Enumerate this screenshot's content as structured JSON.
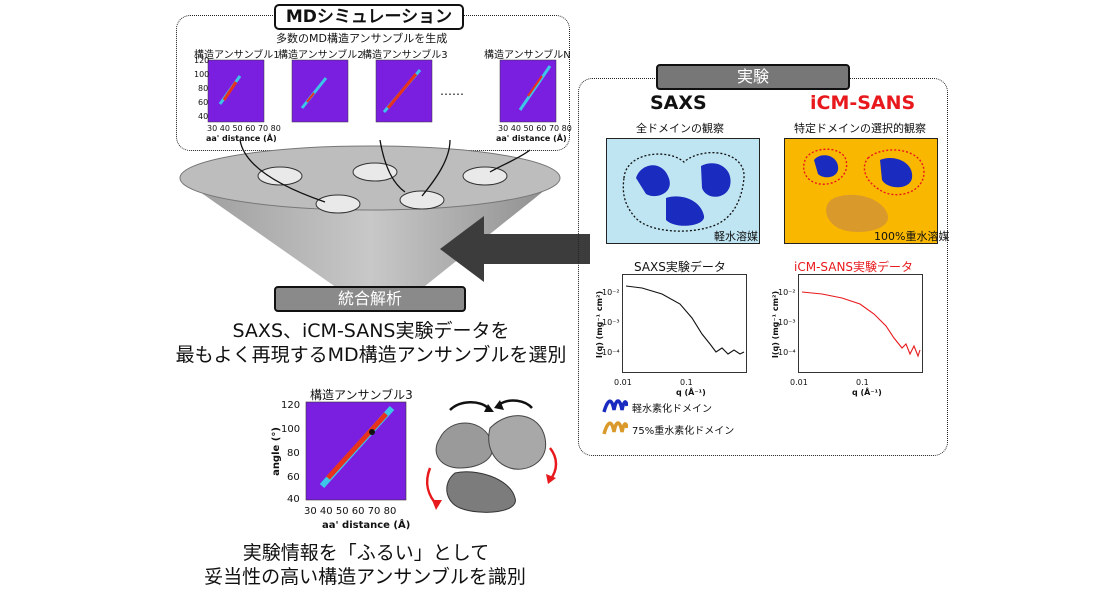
{
  "md": {
    "title": "MDシミュレーション",
    "subtitle": "多数のMD構造アンサンブルを生成",
    "ensembles": [
      "構造アンサンブル1",
      "構造アンサンブル2",
      "構造アンサンブル3",
      "構造アンサンブルN"
    ],
    "ellipsis": "……",
    "y_ticks": [
      "120",
      "100",
      "80",
      "60",
      "40"
    ],
    "x_ticks": [
      "30",
      "40",
      "50",
      "60",
      "70",
      "80"
    ],
    "ylabel": "angle (°)",
    "xlabel": "aa' distance (Å)"
  },
  "integration": {
    "title": "統合解析",
    "line1": "SAXS、iCM-SANS実験データを",
    "line2": "最もよく再現するMD構造アンサンブルを選別",
    "selected": "構造アンサンブル3",
    "result1": "実験情報を「ふるい」として",
    "result2": "妥当性の高い構造アンサンブルを識別"
  },
  "experiment": {
    "title": "実験",
    "saxs": {
      "name": "SAXS",
      "desc": "全ドメインの観察",
      "solvent": "軽水溶媒",
      "data_title": "SAXS実験データ"
    },
    "sans": {
      "name": "iCM-SANS",
      "desc": "特定ドメインの選択的観察",
      "solvent": "100%重水溶媒",
      "data_title": "iCM-SANS実験データ"
    },
    "yl_ticks": [
      "10⁻²",
      "10⁻³",
      "10⁻⁴"
    ],
    "xl_ticks": [
      "0.01",
      "0.1"
    ],
    "ylabel": "I(q) (mg⁻¹ cm²)",
    "xlabel": "q (Å⁻¹)",
    "legend": [
      "軽水素化ドメイン",
      "75%重水素化ドメイン"
    ]
  },
  "colors": {
    "accent_red": "#e8191c",
    "saxs_bg": "#bfe5f3",
    "sans_bg": "#f9b700",
    "plot_bg": "#7a1fe0",
    "domain_blue": "#1a2bbf",
    "domain_orange": "#d99a2b"
  }
}
